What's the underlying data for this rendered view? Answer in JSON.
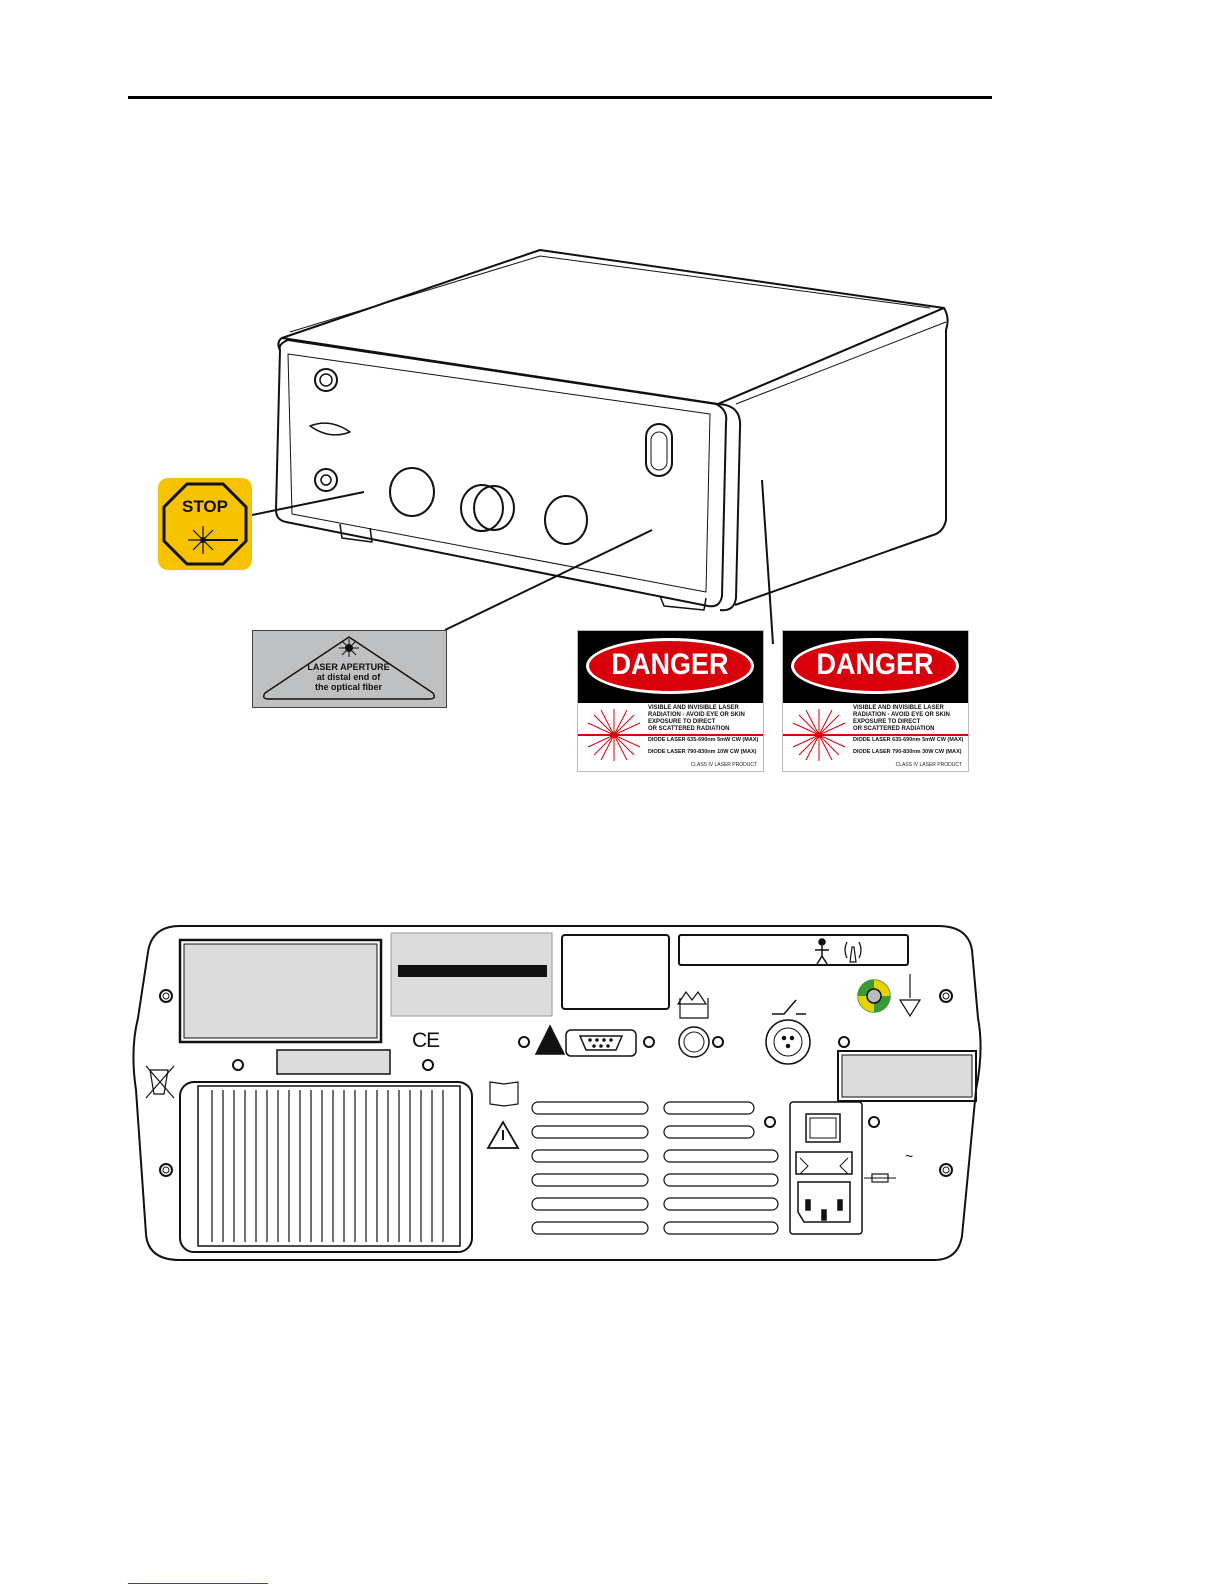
{
  "front_labels": {
    "stop_sign": {
      "text": "STOP"
    },
    "aperture_label": {
      "line1": "LASER APERTURE",
      "line2": "at distal end of",
      "line3": "the optical fiber"
    },
    "danger_labels": [
      {
        "heading": "DANGER",
        "warning_line1": "VISIBLE AND INVISIBLE LASER",
        "warning_line2": "RADIATION - AVOID EYE OR SKIN",
        "warning_line3": "EXPOSURE TO DIRECT",
        "warning_line4": "OR SCATTERED RADIATION",
        "spec1": "DIODE LASER 635-690nm 5mW CW (MAX)",
        "spec2": "DIODE LASER 790-830nm 10W CW (MAX)",
        "class": "CLASS IV LASER PRODUCT"
      },
      {
        "heading": "DANGER",
        "warning_line1": "VISIBLE AND INVISIBLE LASER",
        "warning_line2": "RADIATION - AVOID EYE OR SKIN",
        "warning_line3": "EXPOSURE TO DIRECT",
        "warning_line4": "OR SCATTERED RADIATION",
        "spec1": "DIODE LASER 635-690nm 5mW CW (MAX)",
        "spec2": "DIODE LASER 790-830nm 30W CW (MAX)",
        "class": "CLASS IV LASER PRODUCT"
      }
    ]
  },
  "rear_panel": {
    "ce_mark": "CE",
    "ac_symbol": "~"
  },
  "colors": {
    "stop_yellow": "#f7c300",
    "danger_red": "#d8000b",
    "aperture_grey": "#bfc0c2",
    "ground_green": "#3a9a3a",
    "ground_yellow": "#e8d200"
  }
}
